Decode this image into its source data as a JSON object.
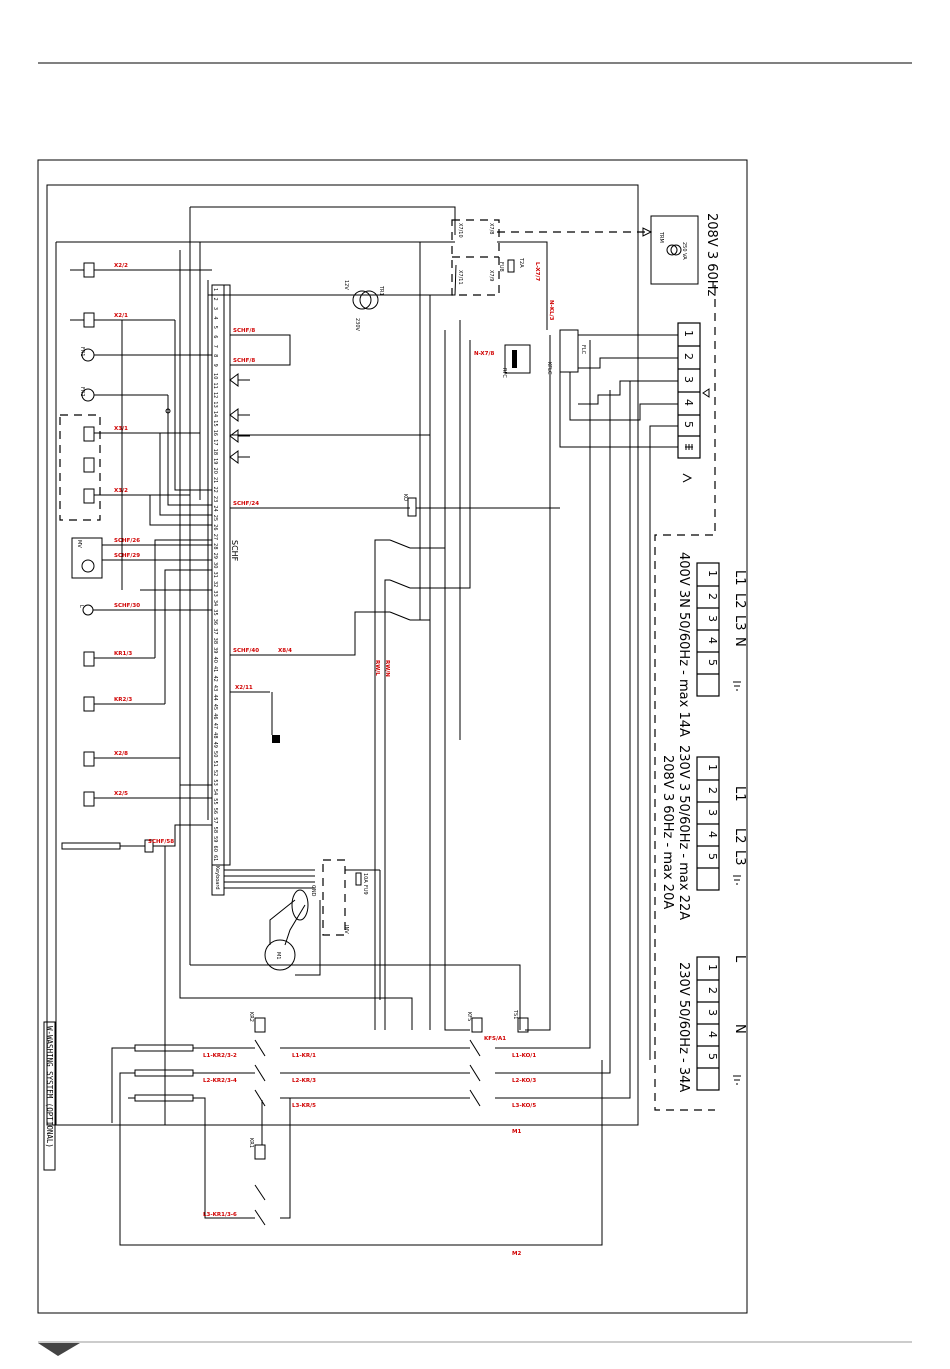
{
  "colors": {
    "ink": "#000000",
    "wire_label": "#d00000",
    "footer_rule": "#999999"
  },
  "supply": {
    "main_208_label": "208V 3 60Hz",
    "cfg_400_label": "400V 3N 50/60Hz - max 14A",
    "cfg_230_label": "230V 3 50/60Hz - max 22A",
    "cfg_208_label": "208V 3 60Hz - max 20A",
    "cfg_230_1ph_label": "230V 50/60Hz - 34A",
    "phase_L1": "L1",
    "phase_L2": "L2",
    "phase_L3": "L3",
    "phase_N": "N",
    "phase_L": "L",
    "terminals": [
      "1",
      "2",
      "3",
      "4",
      "5"
    ]
  },
  "board": {
    "name": "SCHF",
    "keyboard": "Keyboard",
    "pins": [
      "1",
      "2",
      "3",
      "4",
      "5",
      "6",
      "7",
      "8",
      "9",
      "10",
      "11",
      "12",
      "13",
      "14",
      "15",
      "16",
      "17",
      "18",
      "19",
      "20",
      "21",
      "22",
      "23",
      "24",
      "25",
      "26",
      "27",
      "28",
      "29",
      "30",
      "31",
      "32",
      "33",
      "34",
      "35",
      "36",
      "37",
      "38",
      "39",
      "40",
      "41",
      "42",
      "43",
      "44",
      "45",
      "46",
      "47",
      "48",
      "49",
      "50",
      "51",
      "52",
      "53",
      "54",
      "55",
      "56",
      "57",
      "58",
      "59",
      "60",
      "61"
    ]
  },
  "wire_labels": {
    "x2_2": "X2/2",
    "x2_1": "X2/1",
    "x3_1": "X3/1",
    "x3_2": "X3/2",
    "schf8a": "SCHF/8",
    "schf8b": "SCHF/8",
    "schf24": "SCHF/24",
    "schf26": "SCHF/26",
    "schf29": "SCHF/29",
    "schf30": "SCHF/30",
    "kr13": "KR1/3",
    "kr23": "KR2/3",
    "x28": "X2/8",
    "x25": "X2/5",
    "schf58": "SCHF/58",
    "schf40": "SCHF/40",
    "x84": "X8/4",
    "x211": "X2/11",
    "nkl3": "N-KL/3",
    "lx77": "L-X7/7",
    "nx78": "N-X7/8",
    "rw1": "RW/L",
    "rw2": "RW/N",
    "kf": "KFS/A1",
    "l1kr": "L1-KR2/3-2",
    "l2kr": "L2-KR2/3-4",
    "l3kr": "L3-KR1/3-6",
    "l1kr1": "L1-KR/1",
    "l2kr3": "L2-KR/3",
    "l3kr5": "L3-KR/5",
    "l1ko1": "L1-KO/1",
    "l2ko3": "L2-KO/3",
    "l3ko5": "L3-KO/5",
    "m1": "M1",
    "m2": "M2"
  },
  "components": {
    "trm": "TRM",
    "tr1": "TR1",
    "v12": "12V",
    "v230": "230V",
    "fu8": "FU8",
    "t2a": "T2A",
    "fu9": "FU9",
    "fu10": "10A",
    "flc": "FLC",
    "kflc": "KFLC",
    "rfc": "RFC",
    "ko": "KO",
    "kr1": "KR1",
    "kr2": "KR2",
    "kfs": "KFS",
    "inv": "INV",
    "m1": "M1",
    "mv": "MV",
    "l": "L",
    "fr1": "FR1",
    "fr2": "FR2",
    "ts": "TS1",
    "gnd": "GND",
    "va": "250 VA"
  },
  "note": "W-WASHING SYSTEM (OPTIONAL)"
}
